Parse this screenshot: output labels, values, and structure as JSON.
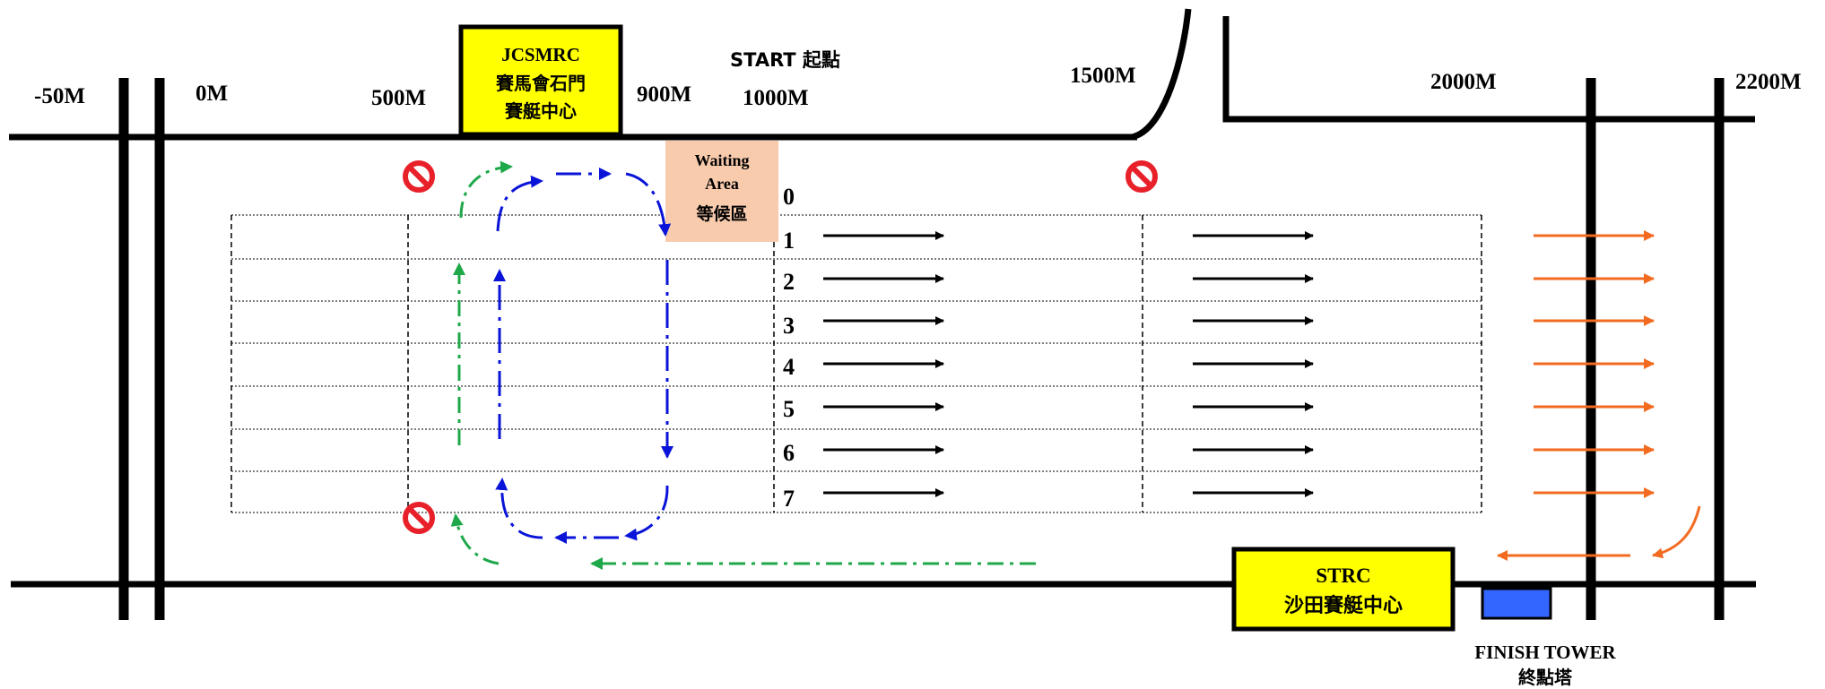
{
  "distance_markers": [
    "-50M",
    "0M",
    "500M",
    "900M",
    "1000M",
    "1500M",
    "2000M",
    "2200M"
  ],
  "start_label": "START 起點",
  "jcsmrc": {
    "name": "JCSMRC",
    "zh_line1": "賽馬會石門",
    "zh_line2": "賽艇中心",
    "color": "#ffff00"
  },
  "strc": {
    "name": "STRC",
    "zh": "沙田賽艇中心",
    "color": "#ffff00"
  },
  "waiting_area": {
    "en_line1": "Waiting",
    "en_line2": "Area",
    "zh": "等候區",
    "color": "#f8cbad"
  },
  "finish_tower": {
    "en": "FINISH TOWER",
    "zh": "終點塔",
    "color": "#3366ff"
  },
  "lanes": [
    "0",
    "1",
    "2",
    "3",
    "4",
    "5",
    "6",
    "7"
  ],
  "no_entry_icon": "no-entry-icon",
  "colors": {
    "green_path": "#1fa84a",
    "blue_path": "#0a14d8",
    "orange_arrows": "#f26b21",
    "no_entry": "#e8202a"
  }
}
